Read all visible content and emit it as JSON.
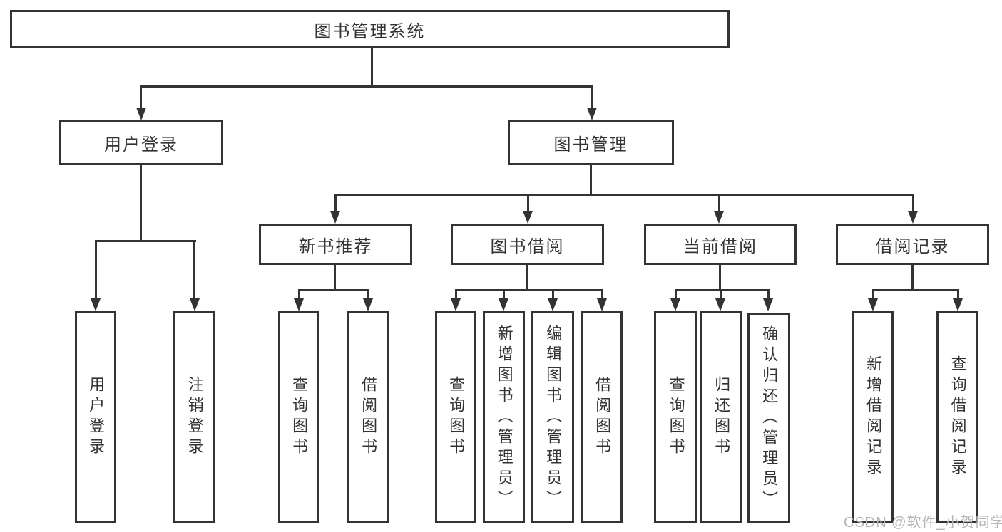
{
  "diagram_title": "图书管理系统",
  "colors": {
    "line": "#333333",
    "text": "#333333",
    "background": "#ffffff",
    "watermark": "#b5b5b5"
  },
  "watermark": {
    "text": "CSDN @软件_小贺同学"
  },
  "tree": {
    "root": {
      "label": "图书管理系统"
    },
    "branches": [
      {
        "label": "用户登录",
        "children": [
          {
            "label": "用户登录"
          },
          {
            "label": "注销登录"
          }
        ]
      },
      {
        "label": "图书管理",
        "children": [
          {
            "label": "新书推荐",
            "children": [
              {
                "label": "查询图书"
              },
              {
                "label": "借阅图书"
              }
            ]
          },
          {
            "label": "图书借阅",
            "children": [
              {
                "label": "查询图书"
              },
              {
                "label": "新增图书（管理员）"
              },
              {
                "label": "编辑图书（管理员）"
              },
              {
                "label": "借阅图书"
              }
            ]
          },
          {
            "label": "当前借阅",
            "children": [
              {
                "label": "查询图书"
              },
              {
                "label": "归还图书"
              },
              {
                "label": "确认归还（管理员）"
              }
            ]
          },
          {
            "label": "借阅记录",
            "children": [
              {
                "label": "新增借阅记录"
              },
              {
                "label": "查询借阅记录"
              }
            ]
          }
        ]
      }
    ]
  }
}
